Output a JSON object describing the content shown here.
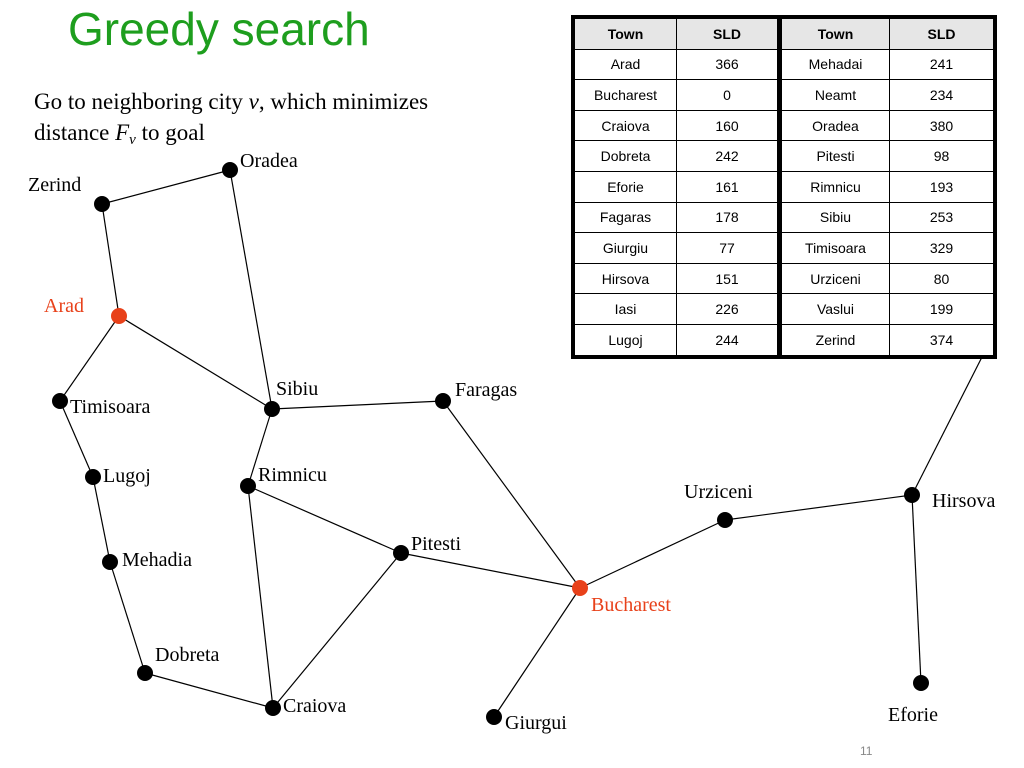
{
  "title": "Greedy search",
  "subtitle": {
    "line1_pre": "Go to neighboring city ",
    "line1_var": "v",
    "line1_post": ", which minimizes",
    "line2_pre": "distance ",
    "line2_var": "F",
    "line2_sub": "v",
    "line2_post": " to goal"
  },
  "colors": {
    "title": "#1e9e1e",
    "highlight": "#e8411a",
    "node": "#000000",
    "table_header": "#e6e6e6"
  },
  "cities": [
    {
      "id": "oradea",
      "label": "Oradea",
      "highlight": false
    },
    {
      "id": "zerind",
      "label": "Zerind",
      "highlight": false
    },
    {
      "id": "arad",
      "label": "Arad",
      "highlight": true
    },
    {
      "id": "timisoara",
      "label": "Timisoara",
      "highlight": false
    },
    {
      "id": "lugoj",
      "label": "Lugoj",
      "highlight": false
    },
    {
      "id": "mehadia",
      "label": "Mehadia",
      "highlight": false
    },
    {
      "id": "dobreta",
      "label": "Dobreta",
      "highlight": false
    },
    {
      "id": "craiova",
      "label": "Craiova",
      "highlight": false
    },
    {
      "id": "sibiu",
      "label": "Sibiu",
      "highlight": false
    },
    {
      "id": "rimnicu",
      "label": "Rimnicu",
      "highlight": false
    },
    {
      "id": "faragas",
      "label": "Faragas",
      "highlight": false
    },
    {
      "id": "pitesti",
      "label": "Pitesti",
      "highlight": false
    },
    {
      "id": "bucharest",
      "label": "Bucharest",
      "highlight": true
    },
    {
      "id": "giurgui",
      "label": "Giurgui",
      "highlight": false
    },
    {
      "id": "urziceni",
      "label": "Urziceni",
      "highlight": false
    },
    {
      "id": "hirsova",
      "label": "Hirsova",
      "highlight": false
    },
    {
      "id": "eforie",
      "label": "Eforie",
      "highlight": false
    }
  ],
  "edges": [
    [
      "zerind",
      "oradea"
    ],
    [
      "zerind",
      "arad"
    ],
    [
      "oradea",
      "sibiu"
    ],
    [
      "arad",
      "sibiu"
    ],
    [
      "arad",
      "timisoara"
    ],
    [
      "timisoara",
      "lugoj"
    ],
    [
      "lugoj",
      "mehadia"
    ],
    [
      "mehadia",
      "dobreta"
    ],
    [
      "dobreta",
      "craiova"
    ],
    [
      "sibiu",
      "faragas"
    ],
    [
      "sibiu",
      "rimnicu"
    ],
    [
      "rimnicu",
      "craiova"
    ],
    [
      "rimnicu",
      "pitesti"
    ],
    [
      "craiova",
      "pitesti"
    ],
    [
      "pitesti",
      "bucharest"
    ],
    [
      "faragas",
      "bucharest"
    ],
    [
      "bucharest",
      "giurgui"
    ],
    [
      "bucharest",
      "urziceni"
    ],
    [
      "urziceni",
      "hirsova"
    ],
    [
      "hirsova",
      "eforie"
    ],
    [
      "hirsova",
      "table"
    ]
  ],
  "sld_table": {
    "headers": [
      "Town",
      "SLD"
    ],
    "left": [
      [
        "Arad",
        "366"
      ],
      [
        "Bucharest",
        "0"
      ],
      [
        "Craiova",
        "160"
      ],
      [
        "Dobreta",
        "242"
      ],
      [
        "Eforie",
        "161"
      ],
      [
        "Fagaras",
        "178"
      ],
      [
        "Giurgiu",
        "77"
      ],
      [
        "Hirsova",
        "151"
      ],
      [
        "Iasi",
        "226"
      ],
      [
        "Lugoj",
        "244"
      ]
    ],
    "right": [
      [
        "Mehadai",
        "241"
      ],
      [
        "Neamt",
        "234"
      ],
      [
        "Oradea",
        "380"
      ],
      [
        "Pitesti",
        "98"
      ],
      [
        "Rimnicu",
        "193"
      ],
      [
        "Sibiu",
        "253"
      ],
      [
        "Timisoara",
        "329"
      ],
      [
        "Urziceni",
        "80"
      ],
      [
        "Vaslui",
        "199"
      ],
      [
        "Zerind",
        "374"
      ]
    ]
  },
  "page_number": "11"
}
